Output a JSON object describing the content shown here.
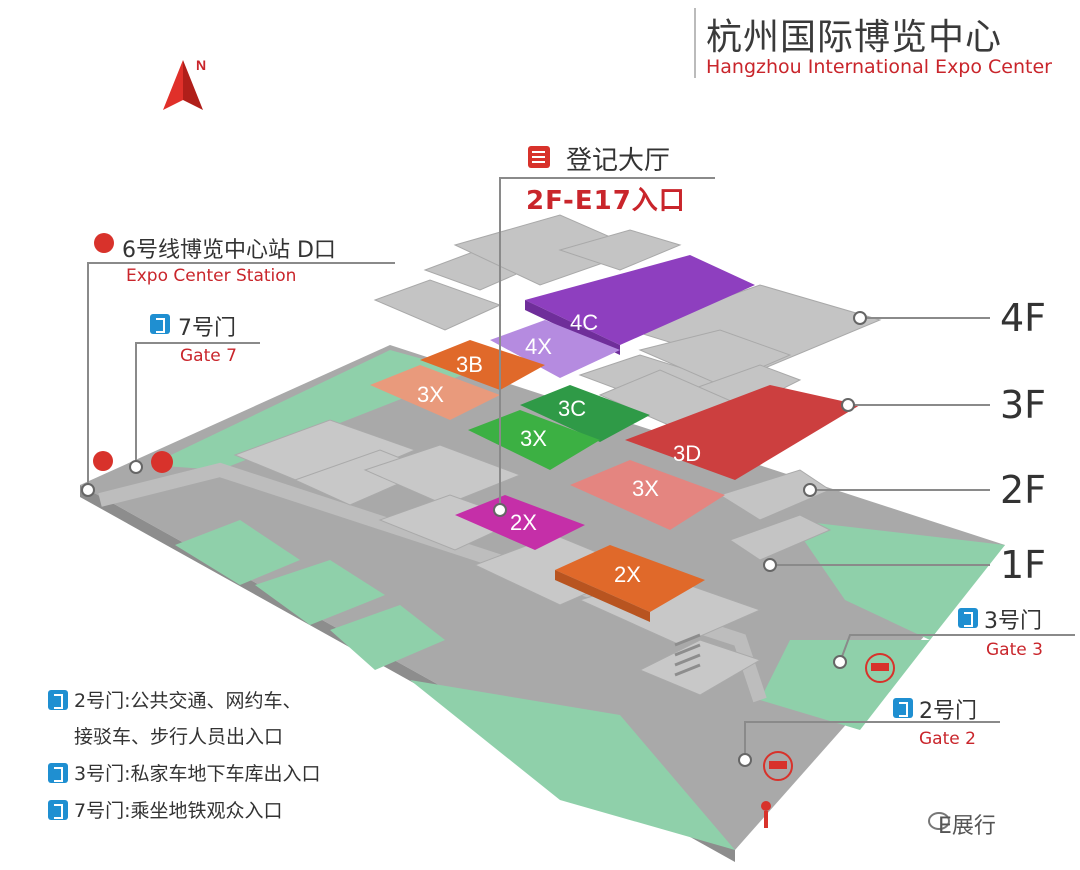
{
  "title": {
    "cn": "杭州国际博览中心",
    "en": "Hangzhou International Expo Center"
  },
  "compass": {
    "letter": "N"
  },
  "registration": {
    "cn": "登记大厅",
    "en": "2F-E17入口"
  },
  "metro": {
    "cn": "6号线博览中心站 D口",
    "en": "Expo Center Station",
    "icon": "metro-icon"
  },
  "gates": {
    "gate7": {
      "cn": "7号门",
      "en": "Gate 7"
    },
    "gate3": {
      "cn": "3号门",
      "en": "Gate 3"
    },
    "gate2": {
      "cn": "2号门",
      "en": "Gate 2"
    }
  },
  "floors": {
    "f4": "4F",
    "f3": "3F",
    "f2": "2F",
    "f1": "1F"
  },
  "halls": {
    "h4c": "4C",
    "h4x": "4X",
    "h3b": "3B",
    "h3x_left": "3X",
    "h3c": "3C",
    "h3x_green": "3X",
    "h3d": "3D",
    "h3x_right": "3X",
    "h2x_purple": "2X",
    "h2x_orange": "2X"
  },
  "legend": {
    "line1a": "2号门:公共交通、网约车、",
    "line1b": "接驳车、步行人员出入口",
    "line2": "3号门:私家车地下车库出入口",
    "line3": "7号门:乘坐地铁观众入口"
  },
  "watermark": "E展行",
  "colors": {
    "ground": "#a9a9a9",
    "lawn": "#8fd0aa",
    "block": "#c2c2c2",
    "purple": "#8e3fbf",
    "lavender": "#b58be0",
    "orange": "#e0692a",
    "salmon": "#e99a7c",
    "green_dark": "#2f9a47",
    "green": "#3cb043",
    "red": "#cc3f3f",
    "pink": "#e48580",
    "magenta": "#c52fa8",
    "accent_red": "#c9252b",
    "gate_blue": "#1f8fd1"
  }
}
